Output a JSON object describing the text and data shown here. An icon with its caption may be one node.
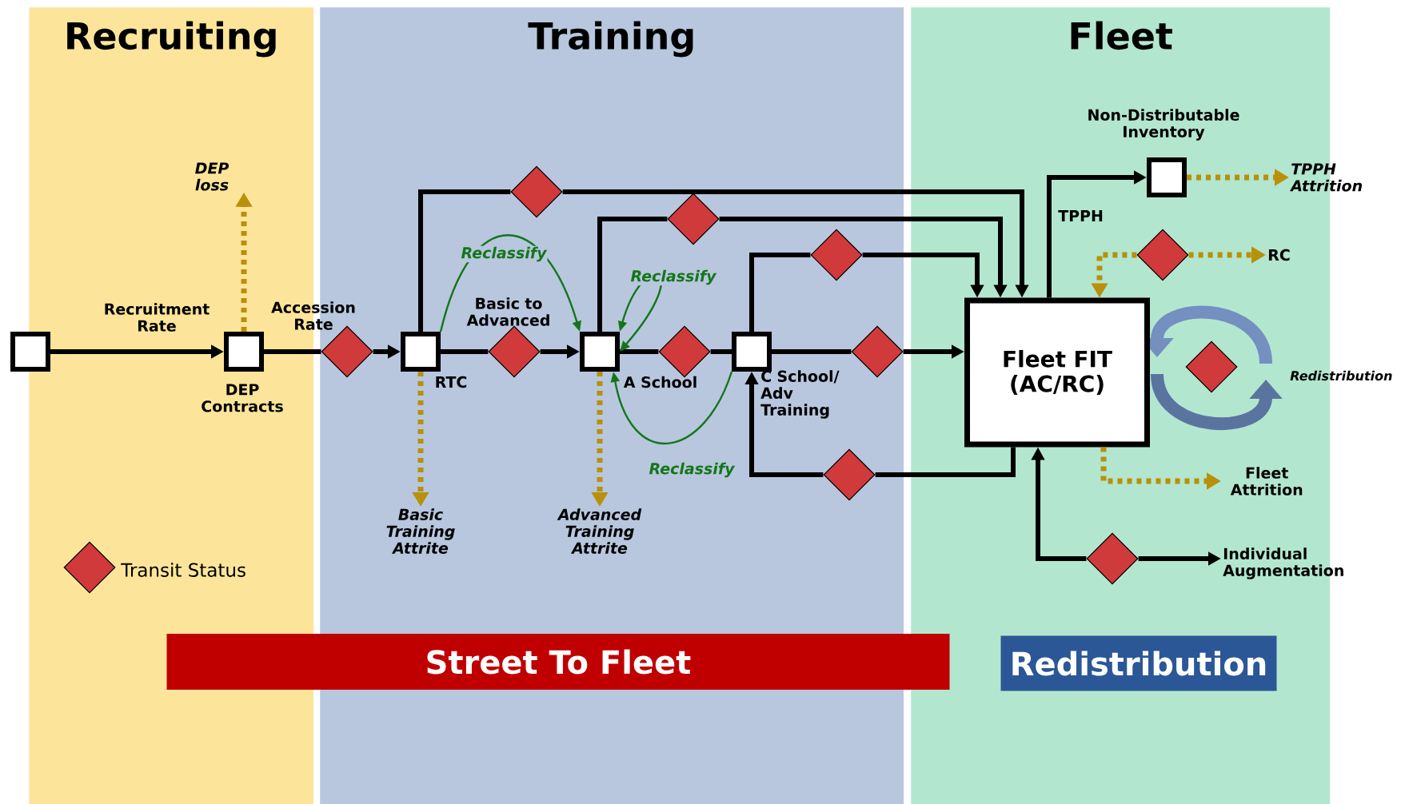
{
  "diagram": {
    "nodes": [
      {
        "text": [
          "Recruiting"
        ]
      },
      {
        "text": [
          "Training"
        ]
      },
      {
        "text": [
          "Fleet"
        ]
      },
      {
        "text": [],
        "shape": "box",
        "in": 0
      },
      {
        "text": [],
        "shape": "box",
        "in": 0,
        "beside": [
          "DEP Contracts"
        ]
      },
      {
        "text": [],
        "shape": "diamond",
        "in": 1
      },
      {
        "text": [],
        "shape": "box",
        "in": 1,
        "beside": [
          "RTC"
        ]
      },
      {
        "text": [],
        "shape": "diamond",
        "in": 1,
        "beside": [
          "Basic to Advanced"
        ]
      },
      {
        "text": [],
        "shape": "box",
        "in": 1,
        "beside": [
          "A School"
        ]
      },
      {
        "text": [],
        "shape": "diamond",
        "in": 1
      },
      {
        "text": [],
        "shape": "box",
        "in": 1,
        "beside": [
          "C School/ Adv Training"
        ]
      },
      {
        "text": [],
        "shape": "diamond",
        "in": 1
      },
      {
        "text": [],
        "shape": "diamond",
        "in": 1
      },
      {
        "text": [],
        "shape": "diamond",
        "in": 1
      },
      {
        "text": [],
        "shape": "diamond",
        "in": 1
      },
      {
        "text": [],
        "shape": "diamond",
        "in": 1
      },
      {
        "text": [
          "Fleet FIT (AC/RC)"
        ],
        "in": 2
      },
      {
        "text": [],
        "shape": "box",
        "in": 2,
        "beside": [
          "Non-Distributable Inventory"
        ]
      },
      {
        "text": [],
        "shape": "diamond",
        "in": 2
      },
      {
        "text": [],
        "shape": "diamond",
        "in": 2
      },
      {
        "text": [],
        "shape": "diamond",
        "in": 2
      },
      {
        "text": [
          "DEP loss"
        ],
        "in": 0
      },
      {
        "text": [
          "Basic Training Attrite"
        ],
        "in": 1
      },
      {
        "text": [
          "Advanced Training Attrite"
        ],
        "in": 1
      },
      {
        "text": [
          "TPPH Attrition"
        ]
      },
      {
        "text": [
          "RC"
        ],
        "in": 2
      },
      {
        "text": [
          "Fleet Attrition"
        ],
        "in": 2
      },
      {
        "text": [
          "Individual Augmentation"
        ]
      },
      {
        "text": [
          "Street To Fleet"
        ]
      },
      {
        "text": [
          "Redistribution"
        ],
        "in": 2
      }
    ],
    "edges": [
      {
        "from": 3,
        "to": 4,
        "arrow": "to",
        "label": "Recruitment Rate"
      },
      {
        "from": 4,
        "to": 5,
        "arrow": "none",
        "label": "Accession Rate"
      },
      {
        "from": 5,
        "to": 6,
        "arrow": "to"
      },
      {
        "from": 6,
        "to": 7,
        "arrow": "none"
      },
      {
        "from": 7,
        "to": 8,
        "arrow": "to"
      },
      {
        "from": 8,
        "to": 9,
        "arrow": "none"
      },
      {
        "from": 9,
        "to": 10,
        "arrow": "none"
      },
      {
        "from": 10,
        "to": 11,
        "arrow": "none"
      },
      {
        "from": 11,
        "to": 16,
        "arrow": "to"
      },
      {
        "from": 6,
        "to": 12,
        "arrow": "none"
      },
      {
        "from": 12,
        "to": 16,
        "arrow": "to"
      },
      {
        "from": 8,
        "to": 13,
        "arrow": "none"
      },
      {
        "from": 13,
        "to": 16,
        "arrow": "to"
      },
      {
        "from": 10,
        "to": 14,
        "arrow": "none"
      },
      {
        "from": 14,
        "to": 16,
        "arrow": "to"
      },
      {
        "from": 16,
        "to": 15,
        "arrow": "none"
      },
      {
        "from": 15,
        "to": 10,
        "arrow": "to"
      },
      {
        "from": 16,
        "to": 17,
        "arrow": "to",
        "label": "TPPH"
      },
      {
        "from": 17,
        "to": 24,
        "arrow": "to",
        "style": "dashed",
        "color": "#b8900a"
      },
      {
        "from": 4,
        "to": 21,
        "arrow": "to",
        "style": "dashed",
        "color": "#b8900a"
      },
      {
        "from": 6,
        "to": 22,
        "arrow": "to",
        "style": "dashed",
        "color": "#b8900a"
      },
      {
        "from": 8,
        "to": 23,
        "arrow": "to",
        "style": "dashed",
        "color": "#b8900a"
      },
      {
        "from": 18,
        "to": 25,
        "arrow": "to",
        "style": "dashed",
        "color": "#b8900a"
      },
      {
        "from": 18,
        "to": 16,
        "arrow": "to",
        "style": "dashed",
        "color": "#b8900a"
      },
      {
        "from": 16,
        "to": 26,
        "arrow": "to",
        "style": "dashed",
        "color": "#b8900a"
      },
      {
        "from": 20,
        "to": 16,
        "arrow": "to"
      },
      {
        "from": 20,
        "to": 27,
        "arrow": "to"
      },
      {
        "from": 6,
        "to": 8,
        "arrow": "to",
        "label": "Reclassify",
        "color": "#14761a"
      },
      {
        "from": 8,
        "to": 8,
        "arrow": "both",
        "label": "Reclassify",
        "color": "#14761a"
      },
      {
        "from": 10,
        "to": 8,
        "arrow": "to",
        "label": "Reclassify",
        "color": "#14761a"
      }
    ],
    "labels": [
      "Redistribution"
    ],
    "legend": [
      {
        "text": "Transit Status"
      }
    ]
  }
}
